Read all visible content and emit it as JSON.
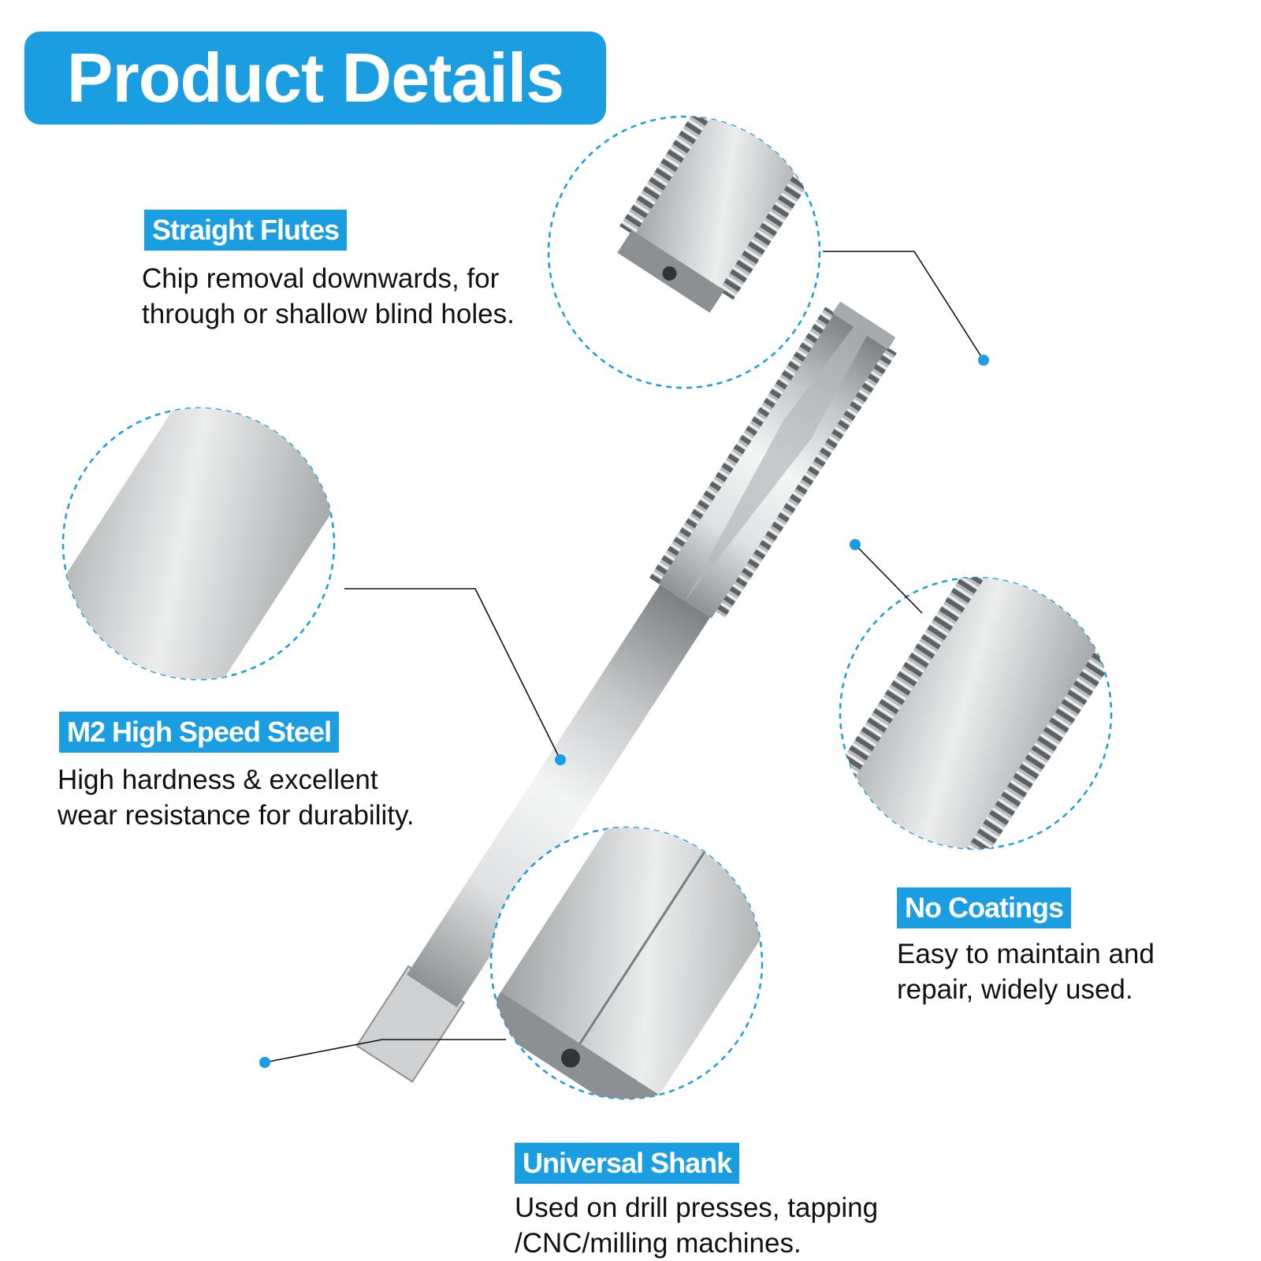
{
  "title": "Product Details",
  "features": {
    "straight_flutes": {
      "label": "Straight Flutes",
      "desc_line1": "Chip removal downwards, for",
      "desc_line2": "through or shallow blind holes."
    },
    "m2_steel": {
      "label": "M2 High Speed Steel",
      "desc_line1": "High hardness & excellent",
      "desc_line2": "wear resistance for durability."
    },
    "no_coatings": {
      "label": "No Coatings",
      "desc_line1": "Easy to maintain and",
      "desc_line2": "repair, widely used."
    },
    "universal_shank": {
      "label": "Universal Shank",
      "desc_line1": "Used on drill presses, tapping",
      "desc_line2": "/CNC/milling machines."
    }
  },
  "colors": {
    "accent": "#1a9de1",
    "steel": "#c9cbcd"
  }
}
